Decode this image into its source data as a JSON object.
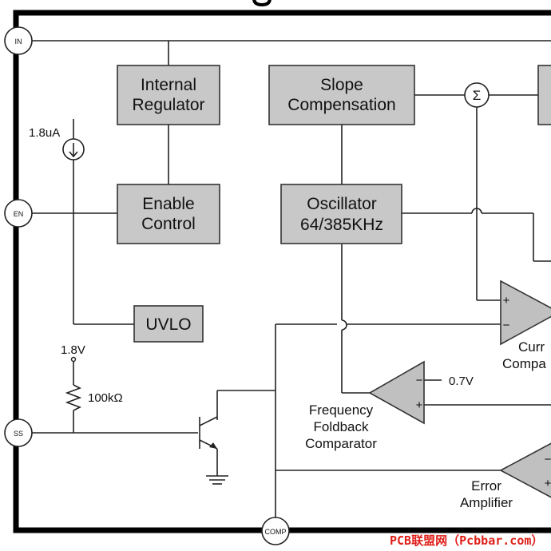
{
  "pins": {
    "in": "IN",
    "en": "EN",
    "ss": "SS",
    "comp": "COMP"
  },
  "blocks": {
    "internal_regulator": [
      "Internal",
      "Regulator"
    ],
    "slope_compensation": [
      "Slope",
      "Compensation"
    ],
    "enable_control": [
      "Enable",
      "Control"
    ],
    "oscillator": [
      "Oscillator",
      "64/385KHz"
    ],
    "uvlo": "UVLO"
  },
  "labels": {
    "current_source": "1.8uA",
    "supply_1v8": "1.8V",
    "resistor": "100kΩ",
    "ref_0v7": "0.7V",
    "sigma": "Σ",
    "current_comparator": [
      "Curr",
      "Compa"
    ],
    "frequency_foldback": [
      "Frequency",
      "Foldback",
      "Comparator"
    ],
    "error_amplifier": [
      "Error",
      "Amplifier"
    ],
    "plus": "+",
    "minus": "−"
  },
  "watermark": "PCB联盟网（Pcbbar.com）"
}
